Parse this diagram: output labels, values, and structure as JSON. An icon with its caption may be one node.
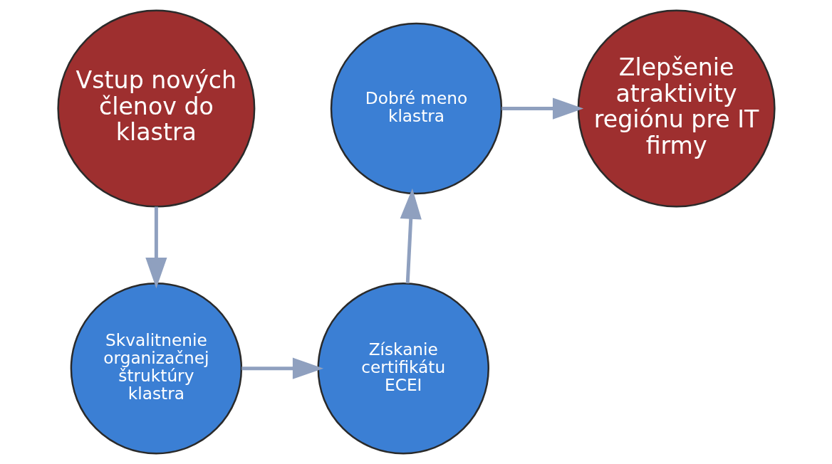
{
  "diagram": {
    "nodes": [
      {
        "text": [
          "Vstup nových členov do klastra"
        ]
      },
      {
        "text": [
          "Dobré meno klastra"
        ]
      },
      {
        "text": [
          "Zlepšenie atraktivity regiónu pre IT firmy"
        ]
      },
      {
        "text": [
          "Skvalitnenie organizačnej štruktúry klastra"
        ]
      },
      {
        "text": [
          "Získanie certifikátu ECEI"
        ]
      }
    ],
    "edges": [
      {
        "from": 0,
        "to": 3,
        "arrow": "to"
      },
      {
        "from": 3,
        "to": 4,
        "arrow": "to"
      },
      {
        "from": 4,
        "to": 1,
        "arrow": "to"
      },
      {
        "from": 1,
        "to": 2,
        "arrow": "to"
      }
    ]
  }
}
